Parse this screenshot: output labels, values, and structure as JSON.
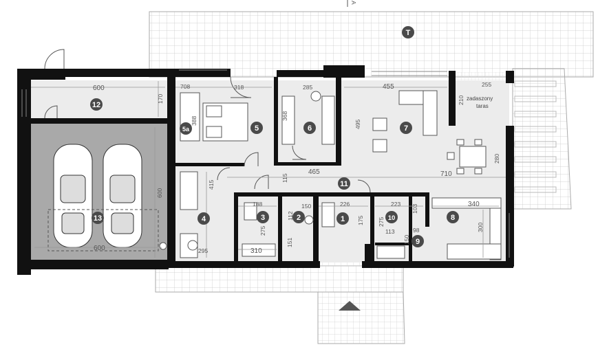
{
  "section_marker": "A",
  "terrace_badge": "T",
  "rooms": {
    "r1": "1",
    "r2": "2",
    "r3": "3",
    "r4": "4",
    "r5": "5",
    "r5a": "5a",
    "r6": "6",
    "r7": "7",
    "r8": "8",
    "r9": "9",
    "r10": "10",
    "r11": "11",
    "r12": "12",
    "r13": "13"
  },
  "covered_terrace_label": [
    "zadaszony",
    "taras"
  ],
  "dimensions": {
    "d600_top": "600",
    "d170": "170",
    "d708": "708",
    "d318": "318",
    "d285": "285",
    "d455": "455",
    "d255": "255",
    "d210": "210",
    "d388": "388",
    "d368": "368",
    "d495": "495",
    "d465": "465",
    "d710": "710",
    "d115": "115",
    "d280": "280",
    "d415": "415",
    "d600_right": "600",
    "d600_bottom": "600",
    "d188": "188",
    "d150": "150",
    "d226": "226",
    "d223": "223",
    "d340": "340",
    "d112": "112",
    "d103": "103",
    "d275_a": "275",
    "d175": "175",
    "d275_b": "275",
    "d113": "113",
    "d300": "300",
    "d98": "98",
    "d150b": "150",
    "d151": "151",
    "d310": "310",
    "d295": "295"
  },
  "colors": {
    "wall": "#111111",
    "badge": "#4a4a4a",
    "garage_floor": "#a9a9a9",
    "room_floor": "#ececec",
    "grid_line": "#c9c9c9"
  }
}
